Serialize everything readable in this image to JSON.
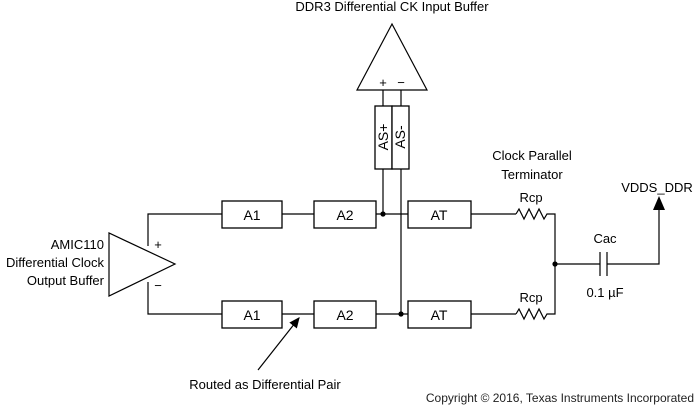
{
  "title": "DDR3 Differential  CK Input Buffer",
  "input_buffer": {
    "plus": "+",
    "minus": "−"
  },
  "stubs": {
    "as_plus": "AS+",
    "as_minus": "AS-"
  },
  "output_buffer": {
    "line1": "AMIC110",
    "line2": "Differential Clock",
    "line3": "Output Buffer",
    "plus": "+",
    "minus": "−"
  },
  "blocks": {
    "top_a1": "A1",
    "top_a2": "A2",
    "top_at": "AT",
    "bot_a1": "A1",
    "bot_a2": "A2",
    "bot_at": "AT"
  },
  "terminator": {
    "line1": "Clock Parallel",
    "line2": "Terminator",
    "rcp_top": "Rcp",
    "rcp_bottom": "Rcp"
  },
  "capacitor": {
    "name": "Cac",
    "value": "0.1 µF"
  },
  "supply": "VDDS_DDR",
  "annotation": "Routed as Differential Pair",
  "copyright": "Copyright © 2016, Texas Instruments Incorporated"
}
